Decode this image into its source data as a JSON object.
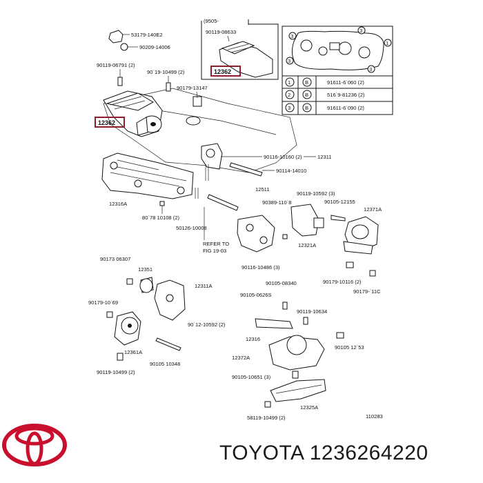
{
  "box_header": "(9505-",
  "inset_labels": [
    "90119-08633"
  ],
  "highlight_code": "12362",
  "legend_rows": [
    {
      "num": "1",
      "letter": "B",
      "part": "91611-6`060 (2)"
    },
    {
      "num": "2",
      "letter": "B",
      "part": "516`9-81236 (2)"
    },
    {
      "num": "3",
      "letter": "B",
      "part": "91611-6`090 (2)"
    }
  ],
  "labels": {
    "l1": "53179-140E2",
    "l2": "90209-14006",
    "l3": "90119-06791 (2)",
    "l4": "90`19-10499 (2)",
    "l5": "90179-13147",
    "l6": "90116-10160 (2)",
    "l7": "12311",
    "l8": "90114-14010",
    "l9": "12511",
    "l10": "90389-110`8",
    "l11": "90119-10592 (3)",
    "l12": "90105-12155",
    "l13": "12371A",
    "l14": "12316A",
    "l15": "80`78 10108 (2)",
    "l16": "50126-10008",
    "l17": "REFER TO",
    "l18": "FIG 19-03",
    "l19": "12321A",
    "l20": "90116-10486 (3)",
    "l21": "90173 06307",
    "l22": "12351",
    "l23": "12311A",
    "l24": "90105-08340",
    "l25": "90179-10116 (2)",
    "l26": "90179-`11C",
    "l27": "90179-10`69",
    "l28": "90105-0626S",
    "l29": "90`12-10592 (2)",
    "l30": "90119-10634",
    "l31": "12316",
    "l32": "90105 12`53",
    "l33": "12361A",
    "l34": "90105 10348",
    "l35": "12372A",
    "l36": "90119-10499 (2)",
    "l37": "90105-10651 (3)",
    "l38": "12325A",
    "l39": "58119-10499 (2)",
    "l40": "110283"
  },
  "brand_text": "TOYOTA 1236264220",
  "colors": {
    "highlight": "#8e1c2c",
    "logo": "#c8102e",
    "ink": "#111111"
  }
}
